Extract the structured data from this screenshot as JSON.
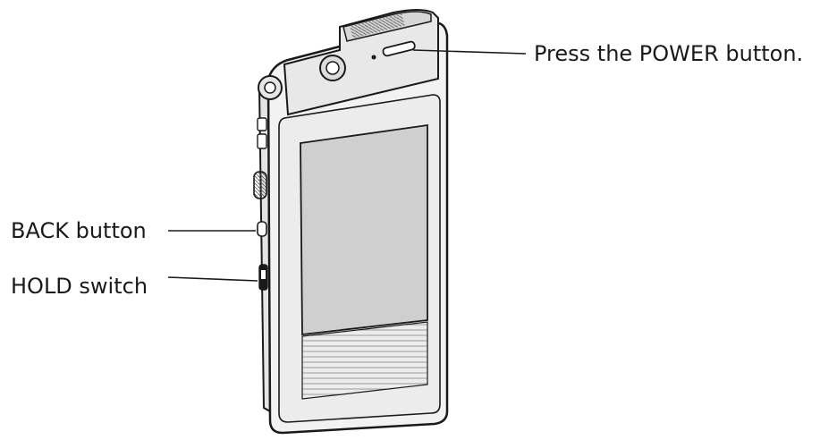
{
  "callouts": {
    "power": "Press the POWER button.",
    "back": "BACK button",
    "hold": "HOLD switch"
  },
  "colors": {
    "ink": "#1a1a1a",
    "body_fill": "#f2f2f2",
    "screen_fill": "#cfcfcf"
  }
}
